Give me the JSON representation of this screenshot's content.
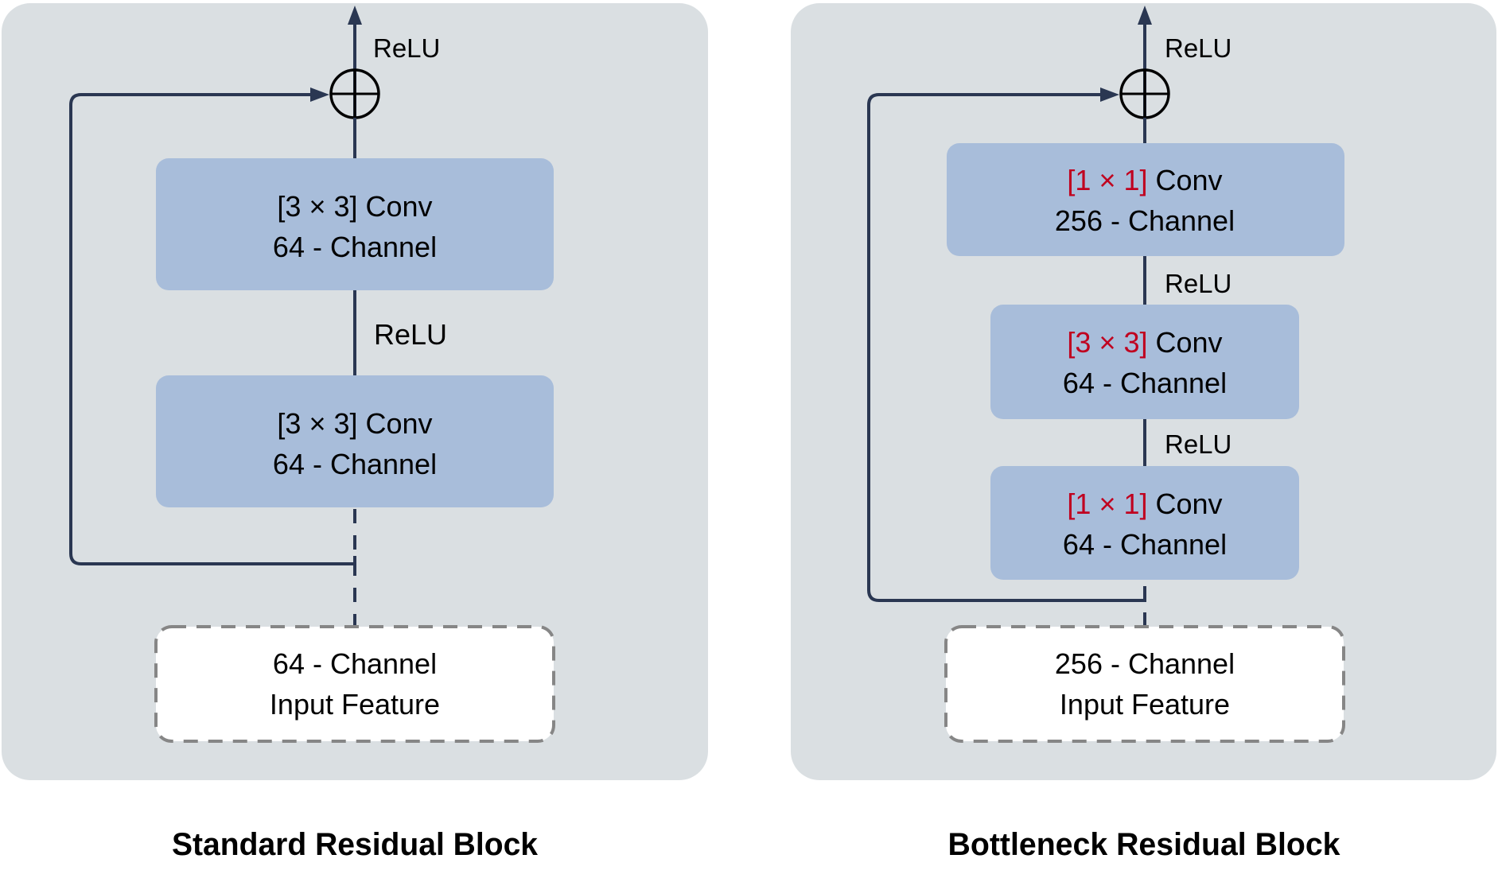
{
  "colors": {
    "panel_background": "#DADFE2",
    "conv_box_fill": "#A8BDDA",
    "input_box_fill": "#FFFFFF",
    "input_box_border": "#868686",
    "flow_line": "#2A3752",
    "kernel_highlight": "#C0001F",
    "text": "#000000"
  },
  "diagrams": [
    {
      "title": "Standard Residual Block",
      "output_activation": "ReLU",
      "sum_node_icon": "circled-plus-icon",
      "layers": [
        {
          "kernel": "[3 × 3]",
          "op": "Conv",
          "channels": "64 - Channel",
          "kernel_highlighted": false
        },
        {
          "kernel": "[3 × 3]",
          "op": "Conv",
          "channels": "64 - Channel",
          "kernel_highlighted": false
        }
      ],
      "between_activations": [
        "ReLU"
      ],
      "input": {
        "line1": "64 - Channel",
        "line2": "Input Feature"
      }
    },
    {
      "title": "Bottleneck Residual Block",
      "output_activation": "ReLU",
      "sum_node_icon": "circled-plus-icon",
      "layers": [
        {
          "kernel": "[1 × 1]",
          "op": "Conv",
          "channels": "256 - Channel",
          "kernel_highlighted": true
        },
        {
          "kernel": "[3 × 3]",
          "op": "Conv",
          "channels": "64 - Channel",
          "kernel_highlighted": true
        },
        {
          "kernel": "[1 × 1]",
          "op": "Conv",
          "channels": "64 - Channel",
          "kernel_highlighted": true
        }
      ],
      "between_activations": [
        "ReLU",
        "ReLU"
      ],
      "input": {
        "line1": "256 - Channel",
        "line2": "Input Feature"
      }
    }
  ]
}
